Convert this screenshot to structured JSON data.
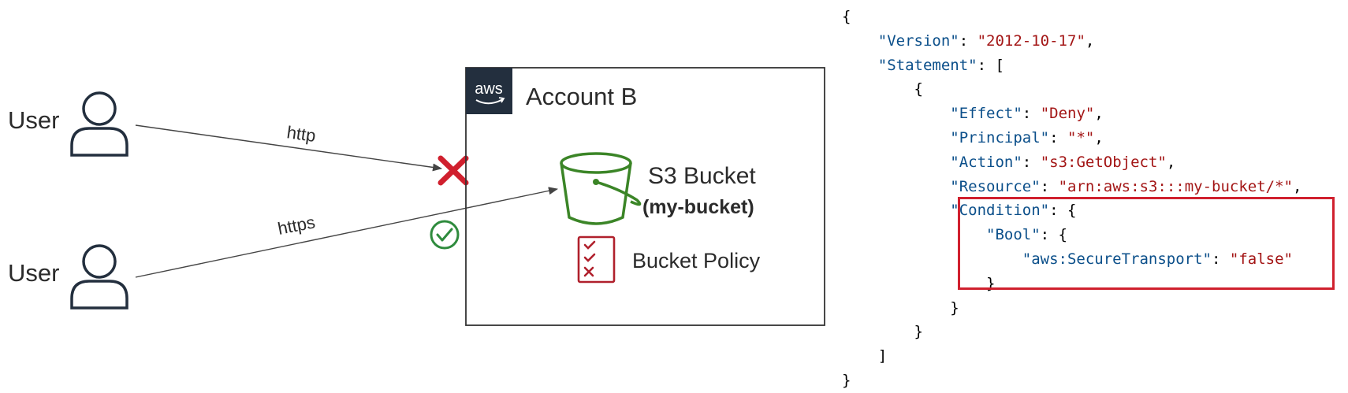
{
  "users": [
    {
      "label": "User",
      "protocol": "http",
      "result": "denied"
    },
    {
      "label": "User",
      "protocol": "https",
      "result": "allowed"
    }
  ],
  "account": {
    "logo_text": "aws",
    "title": "Account B",
    "bucket_title": "S3 Bucket",
    "bucket_name": "(my-bucket)",
    "policy_label": "Bucket Policy"
  },
  "colors": {
    "deny": "#d0202e",
    "allow": "#2e8b3d",
    "bucket": "#3b8527",
    "policy": "#b0202c",
    "aws_bg": "#232f3e",
    "json_key": "#0b4f8a",
    "json_string": "#a31515",
    "condition_box": "#d0202e"
  },
  "policy_json": {
    "open_brace": "{",
    "close_brace": "}",
    "version_key": "\"Version\"",
    "version_value": "\"2012-10-17\"",
    "statement_key": "\"Statement\"",
    "effect_key": "\"Effect\"",
    "effect_value": "\"Deny\"",
    "principal_key": "\"Principal\"",
    "principal_value": "\"*\"",
    "action_key": "\"Action\"",
    "action_value": "\"s3:GetObject\"",
    "resource_key": "\"Resource\"",
    "resource_value": "\"arn:aws:s3:::my-bucket/*\"",
    "condition_key": "\"Condition\"",
    "bool_key": "\"Bool\"",
    "secure_key": "\"aws:SecureTransport\"",
    "secure_value": "\"false\""
  }
}
